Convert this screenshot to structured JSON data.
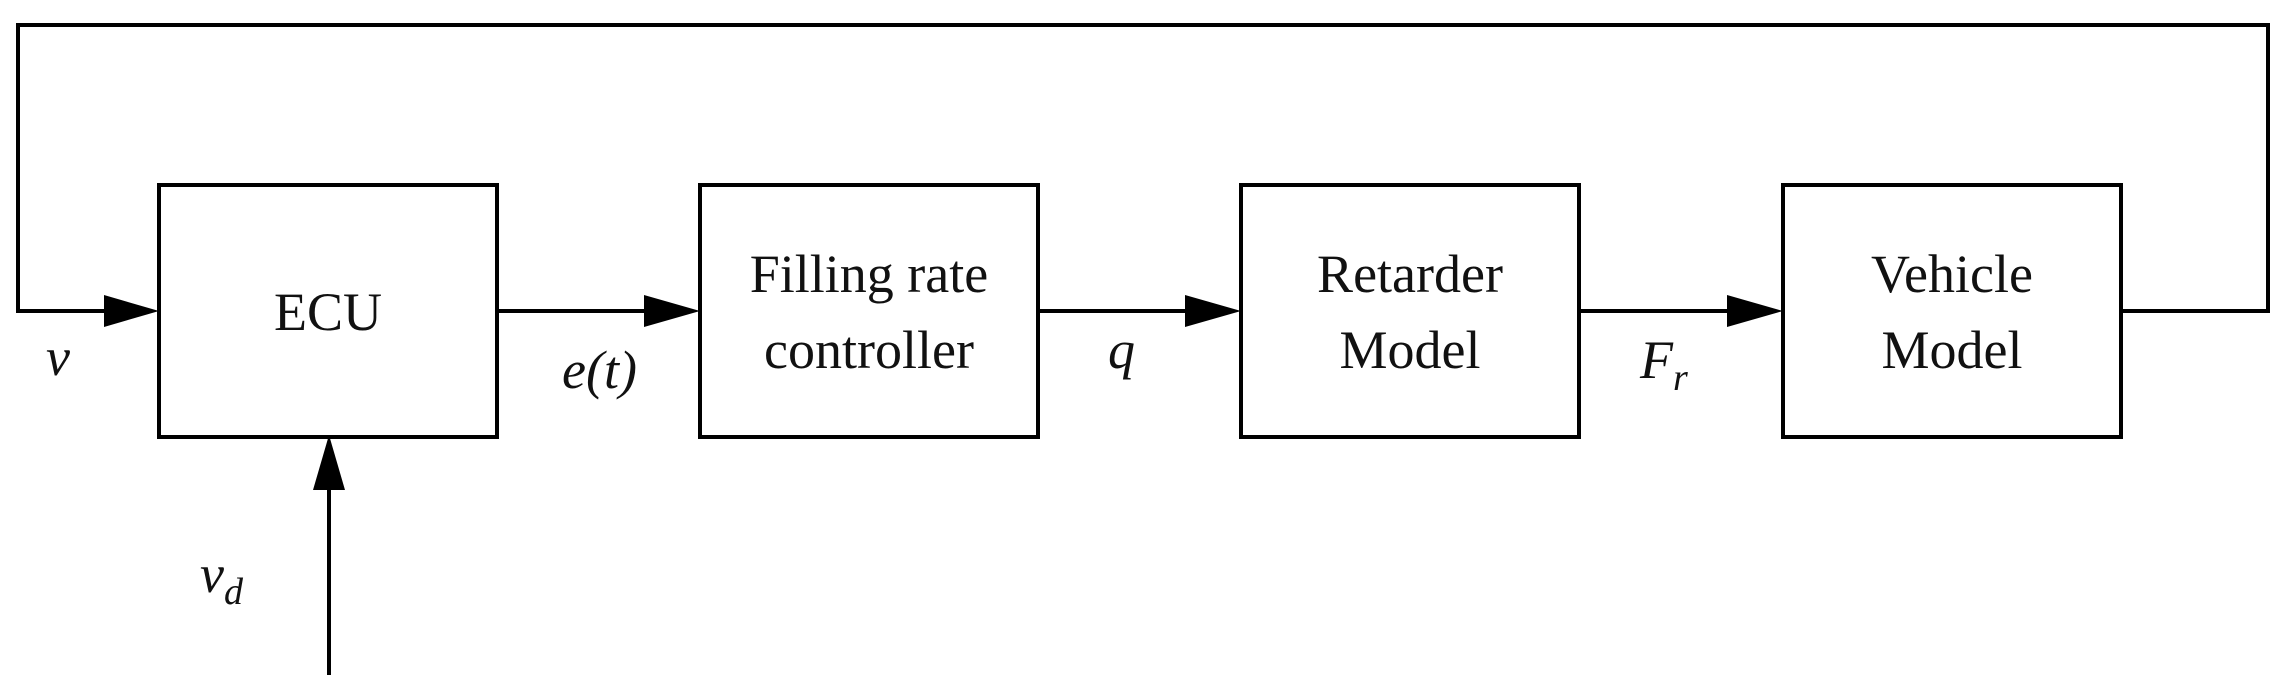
{
  "blocks": {
    "ecu": {
      "line1": "ECU"
    },
    "filling_rate_controller": {
      "line1": "Filling rate",
      "line2": "controller"
    },
    "retarder_model": {
      "line1": "Retarder",
      "line2": "Model"
    },
    "vehicle_model": {
      "line1": "Vehicle",
      "line2": "Model"
    }
  },
  "signals": {
    "feedback_v": "v",
    "reference_v": {
      "base": "v",
      "sub": "d"
    },
    "error": "e(t)",
    "flow": "q",
    "force": {
      "base": "F",
      "sub": "r"
    }
  },
  "colors": {
    "stroke": "#000000",
    "background": "#ffffff"
  }
}
